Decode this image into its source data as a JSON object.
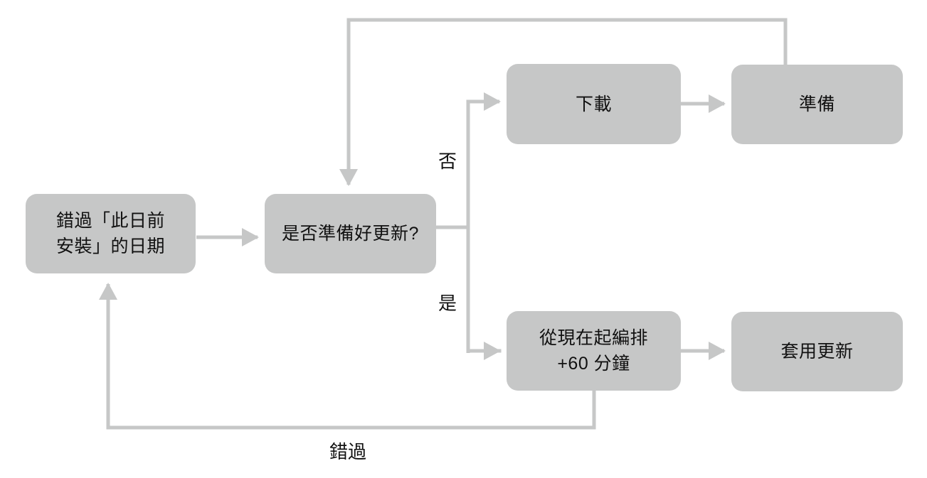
{
  "diagram": {
    "nodes": {
      "missed_date": {
        "label": "錯過「此日前\n安裝」的日期"
      },
      "ready_check": {
        "label": "是否準備好更新?"
      },
      "download": {
        "label": "下載"
      },
      "prepare": {
        "label": "準備"
      },
      "schedule": {
        "label": "從現在起編排\n+60 分鐘"
      },
      "apply_update": {
        "label": "套用更新"
      }
    },
    "edge_labels": {
      "no": "否",
      "yes": "是",
      "missed": "錯過"
    },
    "colors": {
      "node_fill": "#c6c7c7",
      "connector": "#c6c7c7",
      "text": "#111111"
    }
  }
}
